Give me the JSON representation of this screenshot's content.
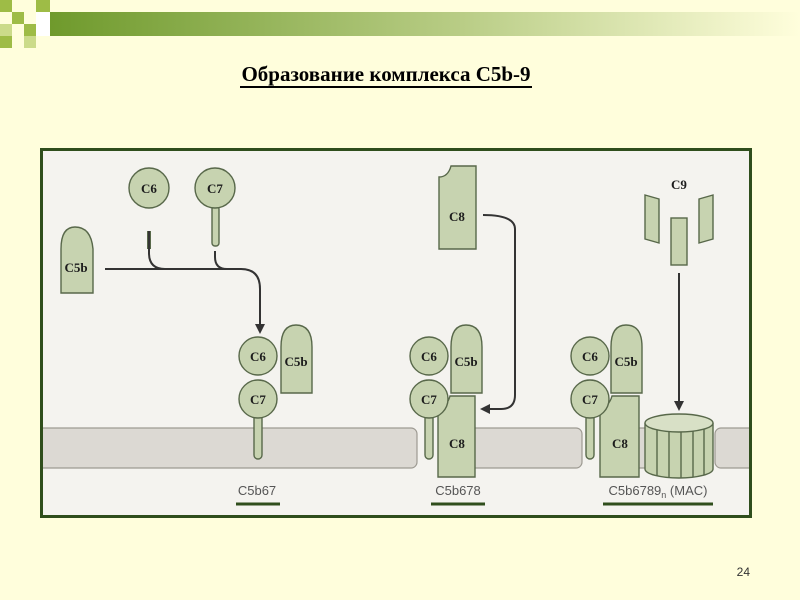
{
  "slide": {
    "title": "Образование комплекса C5b-9",
    "page_number": "24"
  },
  "diagram": {
    "free_components": {
      "c6": "C6",
      "c7": "C7",
      "c5b": "C5b",
      "c8": "C8",
      "c9": "C9"
    },
    "complex_1": {
      "c6": "C6",
      "c5b": "C5b",
      "c7": "C7",
      "caption": "C5b67"
    },
    "complex_2": {
      "c6": "C6",
      "c5b": "C5b",
      "c7": "C7",
      "c8": "C8",
      "caption": "C5b678"
    },
    "complex_3": {
      "c6": "C6",
      "c5b": "C5b",
      "c7": "C7",
      "c8": "C8",
      "caption_main": "C5b6789",
      "caption_sub": "n",
      "caption_suffix": " (MAC)"
    }
  },
  "colors": {
    "protein_fill": "#c7d3b0",
    "protein_stroke": "#58684a",
    "membrane_fill": "#dcd9d3",
    "figure_border": "#2f4e1c",
    "caption_underline": "#2f4e1c"
  }
}
